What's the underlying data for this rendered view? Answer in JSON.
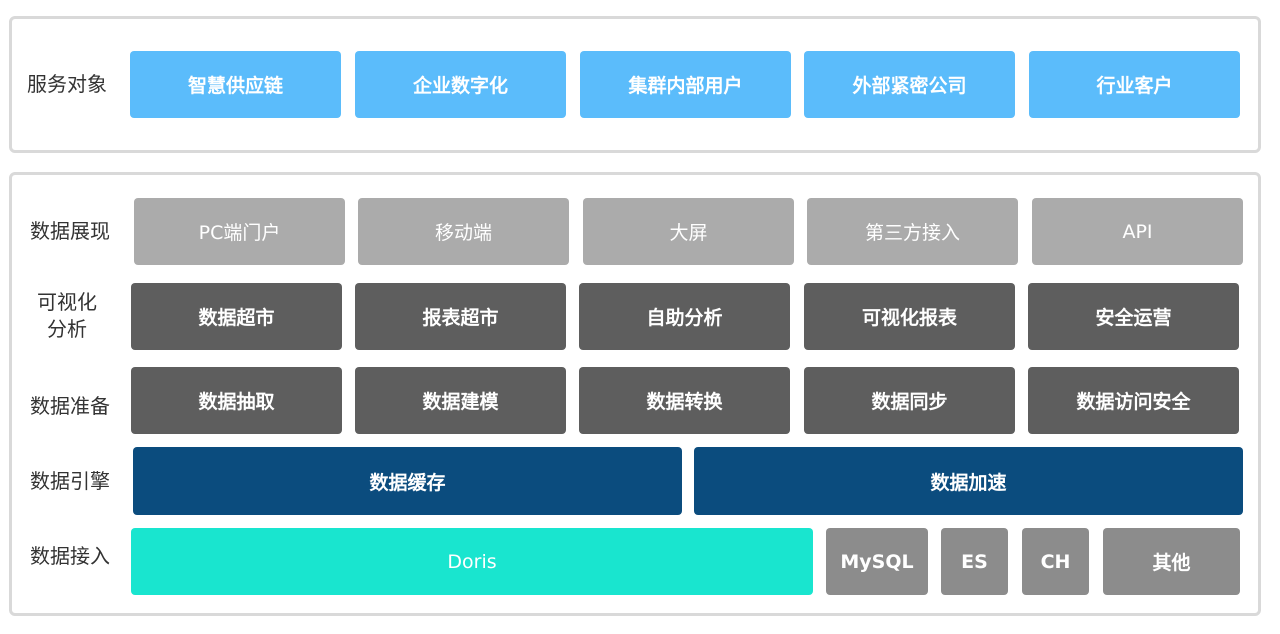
{
  "service": {
    "label": "服务对象",
    "items": [
      "智慧供应链",
      "企业数字化",
      "集群内部用户",
      "外部紧密公司",
      "行业客户"
    ]
  },
  "presentation": {
    "label": "数据展现",
    "items": [
      "PC端门户",
      "移动端",
      "大屏",
      "第三方接入",
      "API"
    ]
  },
  "visual": {
    "label_line1": "可视化",
    "label_line2": "分析",
    "items": [
      "数据超市",
      "报表超市",
      "自助分析",
      "可视化报表",
      "安全运营"
    ]
  },
  "prep": {
    "label": "数据准备",
    "items": [
      "数据抽取",
      "数据建模",
      "数据转换",
      "数据同步",
      "数据访问安全"
    ]
  },
  "engine": {
    "label": "数据引擎",
    "items": [
      "数据缓存",
      "数据加速"
    ]
  },
  "ingest": {
    "label": "数据接入",
    "items": [
      "Doris",
      "MySQL",
      "ES",
      "CH",
      "其他"
    ]
  },
  "colors": {
    "service": "#5bbcfb",
    "presentation": "#ababab",
    "analysis": "#5e5e5e",
    "engine": "#0b4c7e",
    "doris": "#19e5cf",
    "other_sources": "#8c8c8c",
    "border": "#d9d9d9"
  }
}
